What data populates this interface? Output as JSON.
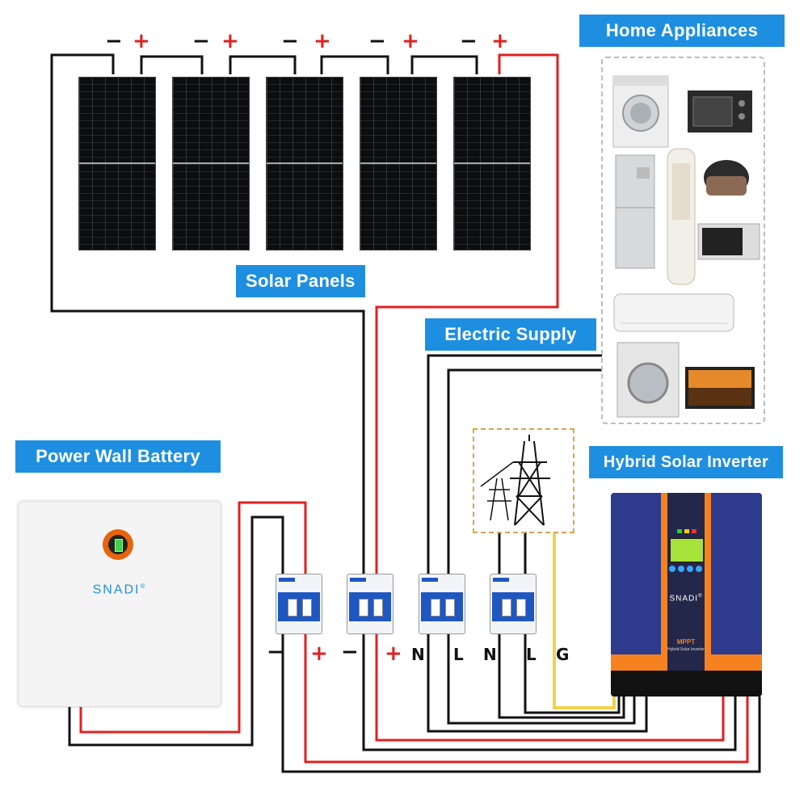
{
  "labels": {
    "solar_panels": "Solar Panels",
    "home_appliances": "Home Appliances",
    "electric_supply": "Electric Supply",
    "power_wall_battery": "Power Wall Battery",
    "hybrid_solar_inverter": "Hybrid Solar Inverter"
  },
  "panel_signs": {
    "negative": "−",
    "positive": "+"
  },
  "breaker_terminals": {
    "battery_negative": "−",
    "battery_positive": "+",
    "pv_negative": "−",
    "pv_positive": "+",
    "supply_n": "N",
    "supply_l": "L",
    "grid_n": "N",
    "grid_l": "L",
    "ground": "G"
  },
  "battery": {
    "brand": "SNADI",
    "trademark": "®"
  },
  "inverter": {
    "brand": "SNADI",
    "trademark": "®",
    "mppt": "MPPT",
    "subtitle": "Hybrid Solar Inverter"
  },
  "appliance_icons": [
    "washing-machine-icon",
    "microwave-oven-icon",
    "refrigerator-icon",
    "floor-air-conditioner-icon",
    "rice-cooker-icon",
    "microwave-icon",
    "wall-air-conditioner-icon",
    "front-load-washer-icon",
    "television-icon"
  ],
  "colors": {
    "label_bg": "#1e8fe0",
    "positive_wire": "#e02020",
    "negative_wire": "#111111",
    "ground_wire": "#f0d24a",
    "inverter_body": "#2e3a8c",
    "inverter_accent": "#f5821f"
  }
}
